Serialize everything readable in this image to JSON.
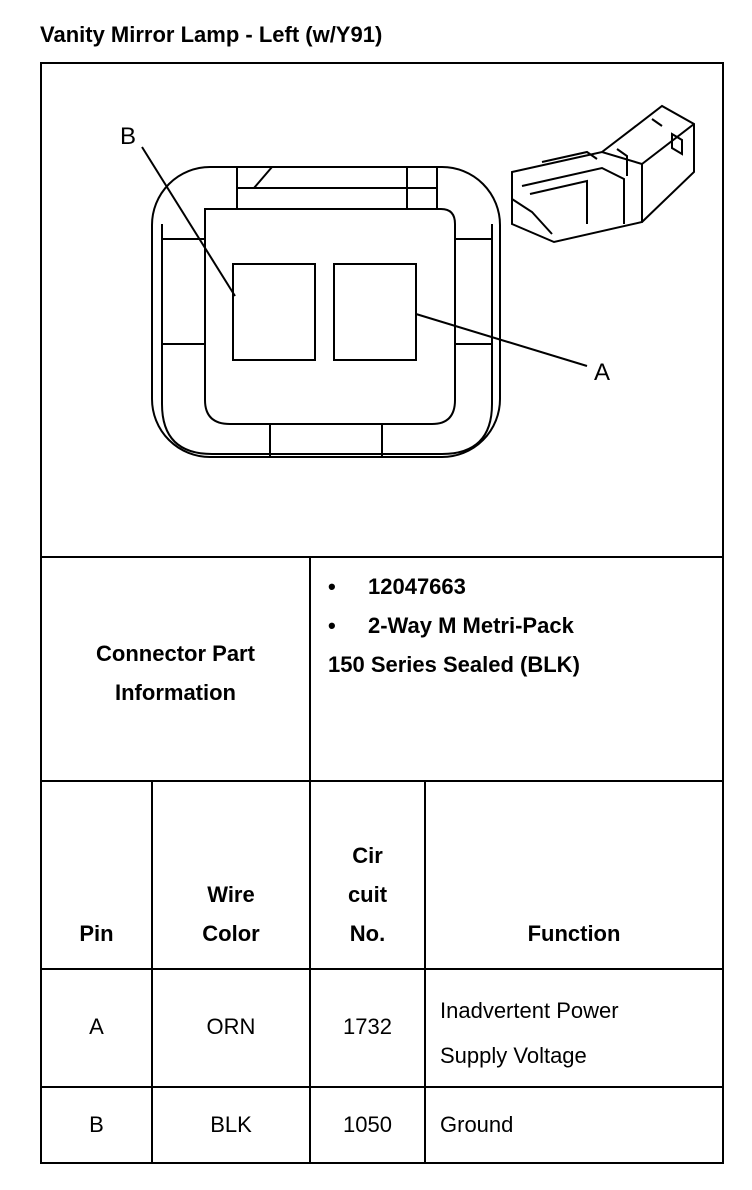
{
  "title": "Vanity Mirror Lamp - Left (w/Y91)",
  "figure": {
    "label_b": "B",
    "label_a": "A"
  },
  "connector": {
    "heading": [
      "Connector Part",
      "Information"
    ],
    "bullet_symbol": "•",
    "part_number": "12047663",
    "connector_type": "2-Way M Metri-Pack",
    "series": "150 Series Sealed (BLK)"
  },
  "table": {
    "headers": {
      "pin": "Pin",
      "wire_color": [
        "Wire",
        "Color"
      ],
      "circuit": [
        "Cir",
        "cuit",
        "No."
      ],
      "function": "Function"
    },
    "rows": [
      {
        "pin": "A",
        "wire_color": "ORN",
        "circuit": "1732",
        "function": [
          "Inadvertent Power",
          "Supply Voltage"
        ]
      },
      {
        "pin": "B",
        "wire_color": "BLK",
        "circuit": "1050",
        "function": [
          "Ground"
        ]
      }
    ]
  }
}
